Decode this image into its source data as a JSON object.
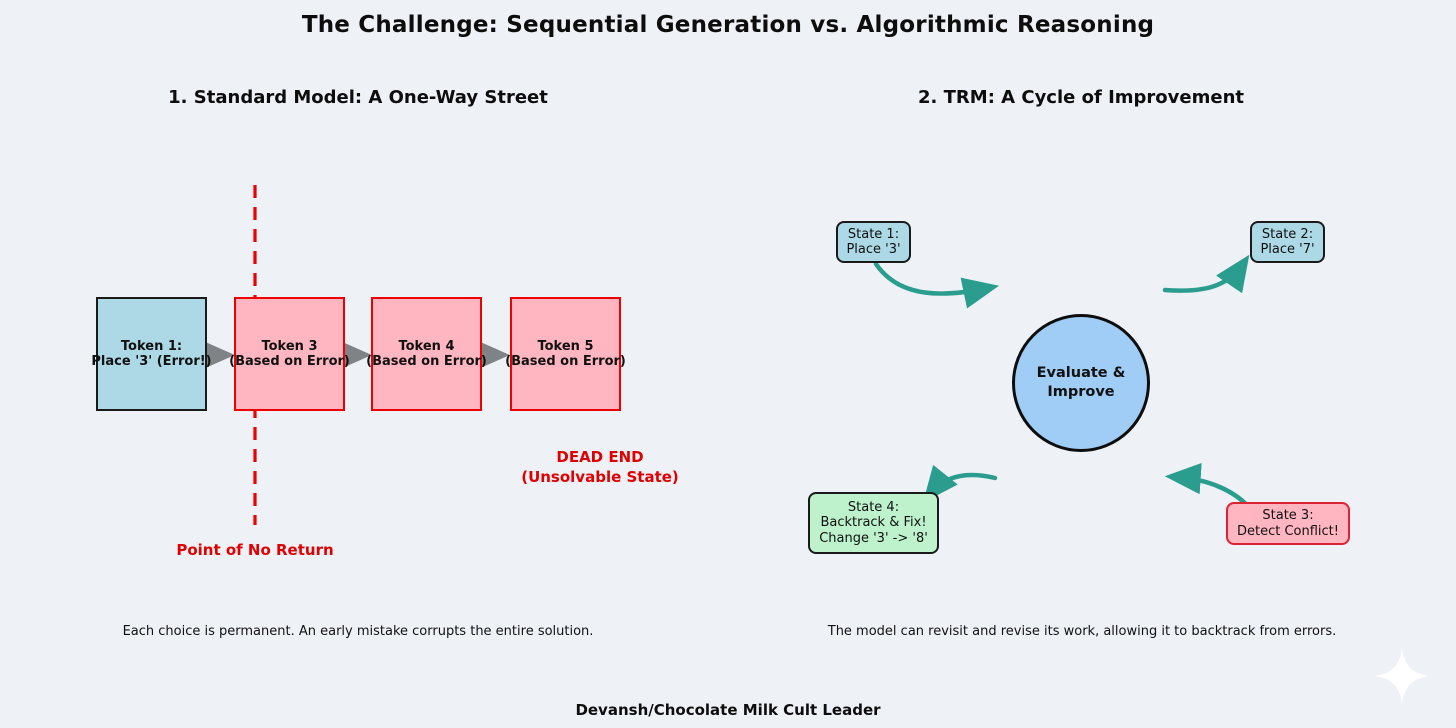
{
  "title": "The Challenge: Sequential Generation vs. Algorithmic Reasoning",
  "footer": "Devansh/Chocolate Milk Cult Leader",
  "colors": {
    "background": "#eef1f6",
    "red_accent": "#ed0000",
    "teal_arrow": "#2a9d8f",
    "gray_arrow": "#7f8386",
    "token_start_fill": "#ADD8E6",
    "token_error_fill": "#FFB6C1",
    "state_blue_fill": "#ADD8E6",
    "state_pink_fill": "#FFB6C1",
    "state_green_fill": "#bdf2cd",
    "circle_fill": "#a0cdf5",
    "sparkle": "#ffffff"
  },
  "left_panel": {
    "heading": "1. Standard Model: A One-Way Street",
    "boxes": [
      {
        "lines": [
          "Token 1:",
          "Place '3' (Error!)"
        ]
      },
      {
        "lines": [
          "Token 3",
          "(Based on Error)"
        ]
      },
      {
        "lines": [
          "Token 4",
          "(Based on Error)"
        ]
      },
      {
        "lines": [
          "Token 5",
          "(Based on Error)"
        ]
      }
    ],
    "dead_end": {
      "lines": [
        "DEAD END",
        "(Unsolvable State)"
      ]
    },
    "point_of_no_return": "Point of No Return",
    "caption": "Each choice is permanent. An early mistake corrupts the entire solution."
  },
  "right_panel": {
    "heading": "2. TRM: A Cycle of Improvement",
    "center_node": {
      "lines": [
        "Evaluate &",
        "Improve"
      ]
    },
    "states": [
      {
        "lines": [
          "State 1:",
          "Place '3'"
        ]
      },
      {
        "lines": [
          "State 2:",
          "Place '7'"
        ]
      },
      {
        "lines": [
          "State 3:",
          "Detect Conflict!"
        ]
      },
      {
        "lines": [
          "State 4:",
          "Backtrack & Fix!",
          "Change '3' -> '8'"
        ]
      }
    ],
    "caption": "The model can revisit and revise its work, allowing it to backtrack from errors."
  }
}
